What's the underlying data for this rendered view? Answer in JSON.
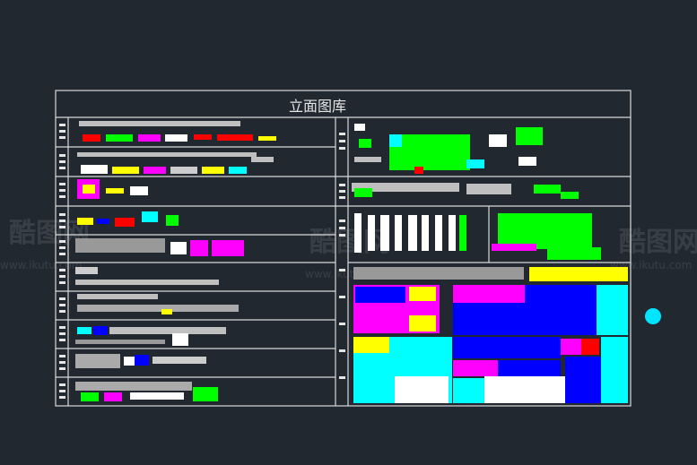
{
  "title_block": {
    "title": "立面图库"
  },
  "watermark": {
    "brand": "酷图网",
    "url": "www.ikutu.com"
  },
  "colors": {
    "background": "#212830",
    "frame_lines": "#d9d9d9",
    "fill_palette": [
      "#ffffff",
      "#ff00ff",
      "#0000ff",
      "#00ffff",
      "#ffff00",
      "#ff0000",
      "#00ff00",
      "#cccccc"
    ]
  },
  "marker": {
    "icon": "cyan-dot-icon",
    "color": "#00e5ff"
  }
}
